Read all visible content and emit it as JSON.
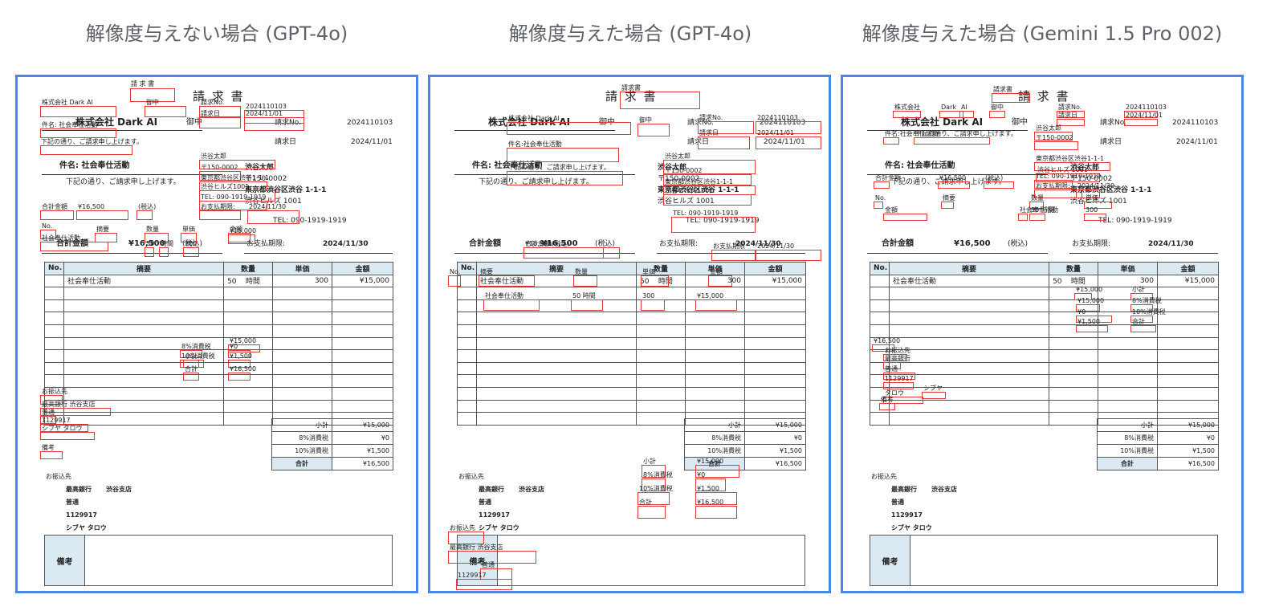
{
  "titles": [
    "解像度与えない場合 (GPT-4o)",
    "解像度与えた場合 (GPT-4o)",
    "解像度与えた場合 (Gemini 1.5 Pro 002)"
  ],
  "invoice": {
    "title": "請 求 書",
    "customer": "株式会社 Dark AI",
    "honorific": "御中",
    "no_label": "請求No.",
    "no_value": "2024110103",
    "date_label": "請求日",
    "date_value": "2024/11/01",
    "subject": "件名:  社会奉仕活動",
    "intro": "下記の通り、ご請求申し上げます。",
    "issuer_name": "渋谷太郎",
    "issuer_zip": "〒150-0002",
    "issuer_address": "東京都渋谷区渋谷 1-1-1",
    "issuer_building": "渋谷ヒルズ 1001",
    "issuer_tel": "TEL:  090-1919-1919",
    "total_label": "合計金額",
    "total_value": "¥16,500",
    "tax_note": "(税込)",
    "due_label": "お支払期限:",
    "due_value": "2024/11/30",
    "headers": [
      "No.",
      "摘要",
      "数量",
      "単価",
      "金額"
    ],
    "item_desc": "社会奉仕活動",
    "item_qty": "50",
    "item_unit": "時間",
    "item_price": "300",
    "item_amount": "¥15,000",
    "sum_labels": [
      "小計",
      "8%消費税",
      "10%消費税",
      "合計"
    ],
    "sum_values": [
      "¥15,000",
      "¥0",
      "¥1,500",
      "¥16,500"
    ],
    "bank_title": "お振込先",
    "bank_name": "最高銀行",
    "bank_branch": "渋谷支店",
    "bank_type": "普通",
    "bank_account": "1129917",
    "bank_holder": "シブヤ  タロウ",
    "remarks_label": "備考"
  },
  "detections": {
    "p1": [
      {
        "t": "請 求 書"
      },
      {
        "t": "株式会社 Dark AI"
      },
      {
        "t": "御中"
      },
      {
        "t": "請求No."
      },
      {
        "t": "2024110103"
      },
      {
        "t": "請求日"
      },
      {
        "t": "2024/11/01"
      },
      {
        "t": "件名: 社会奉仕活動"
      },
      {
        "t": "下記の通り、ご請求申し上げます。"
      },
      {
        "t": "渋谷太郎"
      },
      {
        "t": "〒150-0002"
      },
      {
        "t": "東京都渋谷区渋谷1-1-1"
      },
      {
        "t": "渋谷ヒルズ1001"
      },
      {
        "t": "TEL: 090-1919-1919"
      },
      {
        "t": "合計金額"
      },
      {
        "t": "¥16,500"
      },
      {
        "t": "(税込)"
      },
      {
        "t": "お支払期限:"
      },
      {
        "t": "2024/11/30"
      },
      {
        "t": "No."
      },
      {
        "t": "摘要"
      },
      {
        "t": "数量"
      },
      {
        "t": "単価"
      },
      {
        "t": "金額"
      },
      {
        "t": "社会奉仕活動"
      },
      {
        "t": "50"
      },
      {
        "t": "時間"
      },
      {
        "t": "300"
      },
      {
        "t": "¥15,000"
      },
      {
        "t": "小計"
      },
      {
        "t": "¥15,000"
      },
      {
        "t": "8%消費税"
      },
      {
        "t": "¥0"
      },
      {
        "t": "10%消費税"
      },
      {
        "t": "¥1,500"
      },
      {
        "t": "合計"
      },
      {
        "t": "¥16,500"
      },
      {
        "t": "お振込先"
      },
      {
        "t": "最高銀行 渋谷支店"
      },
      {
        "t": "普通"
      },
      {
        "t": "1129917"
      },
      {
        "t": "シブヤ タロウ"
      },
      {
        "t": "備考"
      }
    ],
    "p2": [
      {
        "t": "請求書"
      },
      {
        "t": "株式会社 Dark AI"
      },
      {
        "t": "御中"
      },
      {
        "t": "請求No."
      },
      {
        "t": "2024110103"
      },
      {
        "t": "請求日"
      },
      {
        "t": "2024/11/01"
      },
      {
        "t": "件名:社会奉仕活動"
      },
      {
        "t": "下記の通り、ご請求申し上げます。"
      },
      {
        "t": "渋谷太郎"
      },
      {
        "t": "〒150-0002"
      },
      {
        "t": "東京都渋谷区渋谷1-1-1"
      },
      {
        "t": "渋谷ヒルズ1001"
      },
      {
        "t": "TEL: 090-1919-1919"
      },
      {
        "t": "合計金額"
      },
      {
        "t": "¥16,500(税込)"
      },
      {
        "t": "お支払期限"
      },
      {
        "t": "2024/11/30"
      },
      {
        "t": "No."
      },
      {
        "t": "摘要"
      },
      {
        "t": "数量"
      },
      {
        "t": "単価"
      },
      {
        "t": "金額"
      },
      {
        "t": "社会奉仕活動"
      },
      {
        "t": "50 時間"
      },
      {
        "t": "300"
      },
      {
        "t": "¥15,000"
      },
      {
        "t": "小計"
      },
      {
        "t": "¥15,000"
      },
      {
        "t": "8%消費税"
      },
      {
        "t": "¥0"
      },
      {
        "t": "10%消費税"
      },
      {
        "t": "¥1,500"
      },
      {
        "t": "合計"
      },
      {
        "t": "¥16,500"
      },
      {
        "t": "お振込先"
      },
      {
        "t": "最高銀行 渋谷支店"
      },
      {
        "t": "普通"
      },
      {
        "t": "1129917"
      }
    ],
    "p3": [
      {
        "t": "請求書"
      },
      {
        "t": "株式会社"
      },
      {
        "t": "Dark"
      },
      {
        "t": "AI"
      },
      {
        "t": "御中"
      },
      {
        "t": "請求No."
      },
      {
        "t": "2024110103"
      },
      {
        "t": "請求日"
      },
      {
        "t": "2024/11/01"
      },
      {
        "t": "件名:社会奉仕活動"
      },
      {
        "t": "下記の通り、ご請求申し上げます。"
      },
      {
        "t": "渋谷太郎"
      },
      {
        "t": "〒150-0002"
      },
      {
        "t": "東京都渋谷区渋谷1-1-1"
      },
      {
        "t": "渋谷ヒルズ 1001"
      },
      {
        "t": "TEL: 090-1919-1919"
      },
      {
        "t": "合計金額"
      },
      {
        "t": "¥16,500"
      },
      {
        "t": "(税込)"
      },
      {
        "t": "お支払期限:"
      },
      {
        "t": "2024/11/30"
      },
      {
        "t": "No."
      },
      {
        "t": "摘要"
      },
      {
        "t": "数量"
      },
      {
        "t": "単価"
      },
      {
        "t": "金額"
      },
      {
        "t": "社会奉仕活動"
      },
      {
        "t": "50 時間"
      },
      {
        "t": "300"
      },
      {
        "t": "¥15,000"
      },
      {
        "t": "小計"
      },
      {
        "t": "¥15,000"
      },
      {
        "t": "8%消費税"
      },
      {
        "t": "¥0"
      },
      {
        "t": "10%消費税"
      },
      {
        "t": "¥1,500"
      },
      {
        "t": "合計"
      },
      {
        "t": "¥16,500"
      },
      {
        "t": "お振込先"
      },
      {
        "t": "最高銀行"
      },
      {
        "t": "普通"
      },
      {
        "t": "1129917"
      },
      {
        "t": "シブヤ"
      },
      {
        "t": "タロウ"
      },
      {
        "t": "備考"
      }
    ]
  }
}
